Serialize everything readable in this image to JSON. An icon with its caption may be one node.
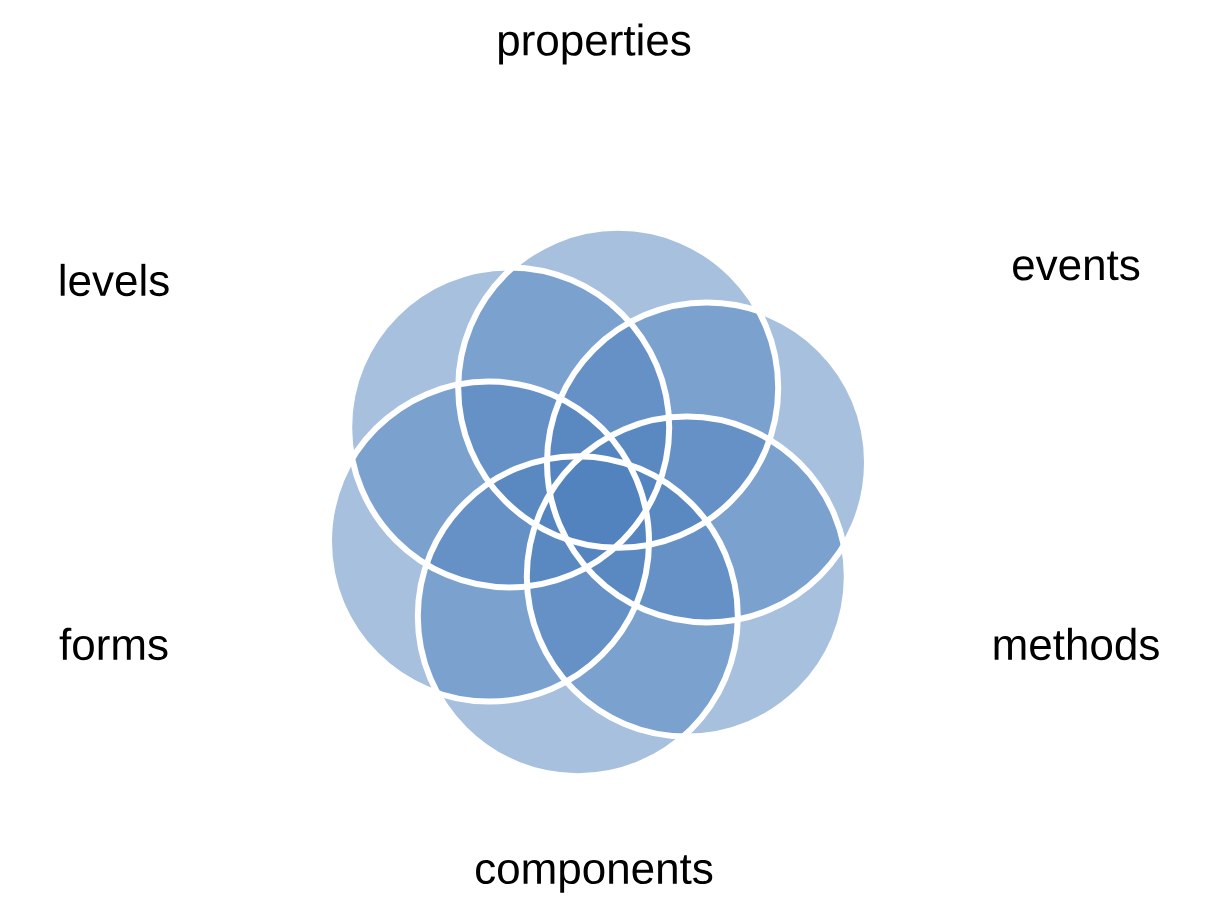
{
  "diagram": {
    "labels": [
      "properties",
      "levels",
      "events",
      "forms",
      "methods",
      "components"
    ]
  }
}
